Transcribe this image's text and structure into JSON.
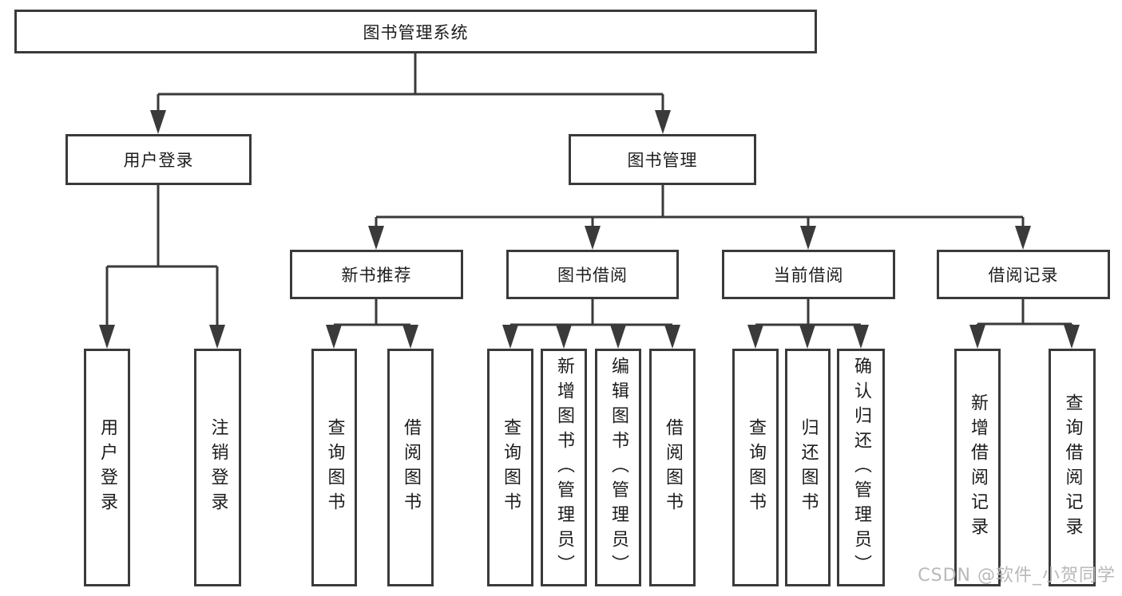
{
  "diagram": {
    "root": {
      "label": "图书管理系统"
    },
    "level2": [
      {
        "label": "用户登录"
      },
      {
        "label": "图书管理"
      }
    ],
    "level3": [
      {
        "label": "新书推荐"
      },
      {
        "label": "图书借阅"
      },
      {
        "label": "当前借阅"
      },
      {
        "label": "借阅记录"
      }
    ],
    "leaves": {
      "userLogin": [
        {
          "label": "用户登录"
        },
        {
          "label": "注销登录"
        }
      ],
      "newBook": [
        {
          "label": "查询图书"
        },
        {
          "label": "借阅图书"
        }
      ],
      "bookBorrow": [
        {
          "label": "查询图书"
        },
        {
          "label": "新增图书（管理员）"
        },
        {
          "label": "编辑图书（管理员）"
        },
        {
          "label": "借阅图书"
        }
      ],
      "currentBorrow": [
        {
          "label": "查询图书"
        },
        {
          "label": "归还图书"
        },
        {
          "label": "确认归还（管理员）"
        }
      ],
      "borrowRecord": [
        {
          "label": "新增借阅记录"
        },
        {
          "label": "查询借阅记录"
        }
      ]
    },
    "colors": {
      "line": "#3a3a3a",
      "text": "#1c1c1c",
      "watermark": "#b9b9b9",
      "background": "#ffffff"
    }
  },
  "watermark": {
    "text": "CSDN @软件_小贺同学"
  }
}
